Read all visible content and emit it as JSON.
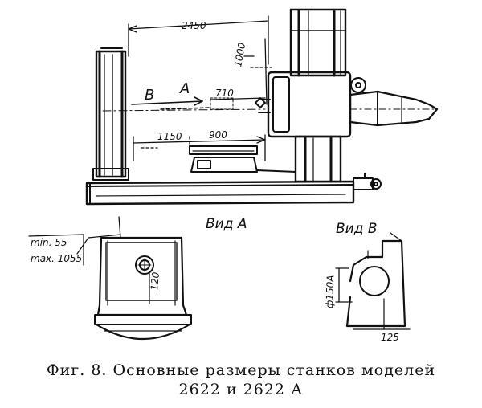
{
  "figure": {
    "dimensions": {
      "d2450": "2450",
      "d1000": "1000",
      "d710": "710",
      "d1150": "1150",
      "d900": "900",
      "d120": "120",
      "d150a": "ф150A",
      "d125": "125",
      "min": "min. 55",
      "max": "max. 1055"
    },
    "directions": {
      "b": "В",
      "a": "A"
    },
    "views": {
      "view_a": "Вид А",
      "view_b": "Вид В"
    }
  },
  "caption": {
    "line1": "Фиг. 8. Основные размеры станков моделей",
    "line2": "2622  и  2622 А"
  }
}
